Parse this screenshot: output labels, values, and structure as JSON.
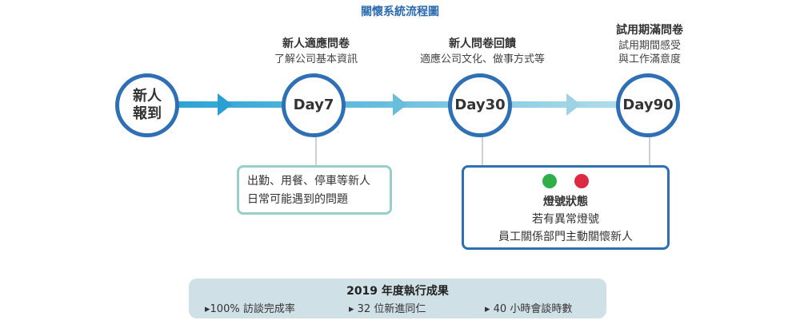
{
  "title": "關懷系統流程圖",
  "stages": [
    {
      "label_lines": [
        "新人",
        "報到"
      ]
    },
    {
      "label": "Day7",
      "title": "新人適應問卷",
      "subtitle": "了解公司基本資訊"
    },
    {
      "label": "Day30",
      "title": "新人問卷回饋",
      "subtitle": "適應公司文化、做事方式等"
    },
    {
      "label": "Day90",
      "title": "試用期滿問卷",
      "subtitle_lines": [
        "試用期間感受",
        "與工作滿意度"
      ]
    }
  ],
  "note_day7": {
    "lines": [
      "出勤、用餐、停車等新人",
      "日常可能遇到的問題"
    ]
  },
  "note_day30": {
    "lights": [
      {
        "color": "#2fae4a"
      },
      {
        "color": "#dc2a45"
      }
    ],
    "heading": "燈號狀態",
    "lines": [
      "若有異常燈號",
      "員工關係部門主動關懷新人"
    ]
  },
  "summary": {
    "title": "2019 年度執行成果",
    "items": [
      "▸100% 訪談完成率",
      "▸  32 位新進同仁",
      "▸ 40 小時會談時數"
    ]
  },
  "colors": {
    "circle_border": "#2f6fb4",
    "arrow_start": "#2aa3d4",
    "arrow_end": "#a6d8e8",
    "note_day7_border": "#98cfc9",
    "summary_bg": "#cfe0e6"
  }
}
